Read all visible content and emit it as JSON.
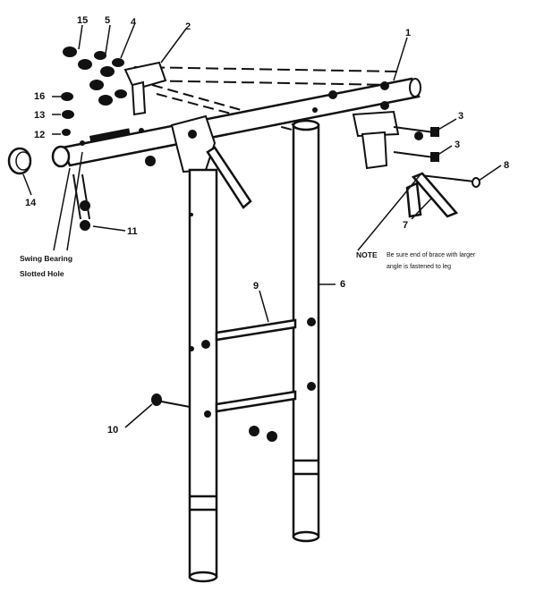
{
  "callouts": {
    "c1": "1",
    "c2": "2",
    "c3a": "3",
    "c3b": "3",
    "c4": "4",
    "c5": "5",
    "c6": "6",
    "c7": "7",
    "c8": "8",
    "c9": "9",
    "c10": "10",
    "c11": "11",
    "c12": "12",
    "c13": "13",
    "c14": "14",
    "c15": "15",
    "c16": "16"
  },
  "swivel_label": {
    "line1": "Swing Bearing",
    "line2": "Slotted Hole"
  },
  "note": {
    "prefix": "NOTE",
    "line1": "Be sure end of brace with larger",
    "line2": "angle is fastened to leg"
  },
  "colors": {
    "ink": "#111111",
    "paper": "#ffffff"
  }
}
